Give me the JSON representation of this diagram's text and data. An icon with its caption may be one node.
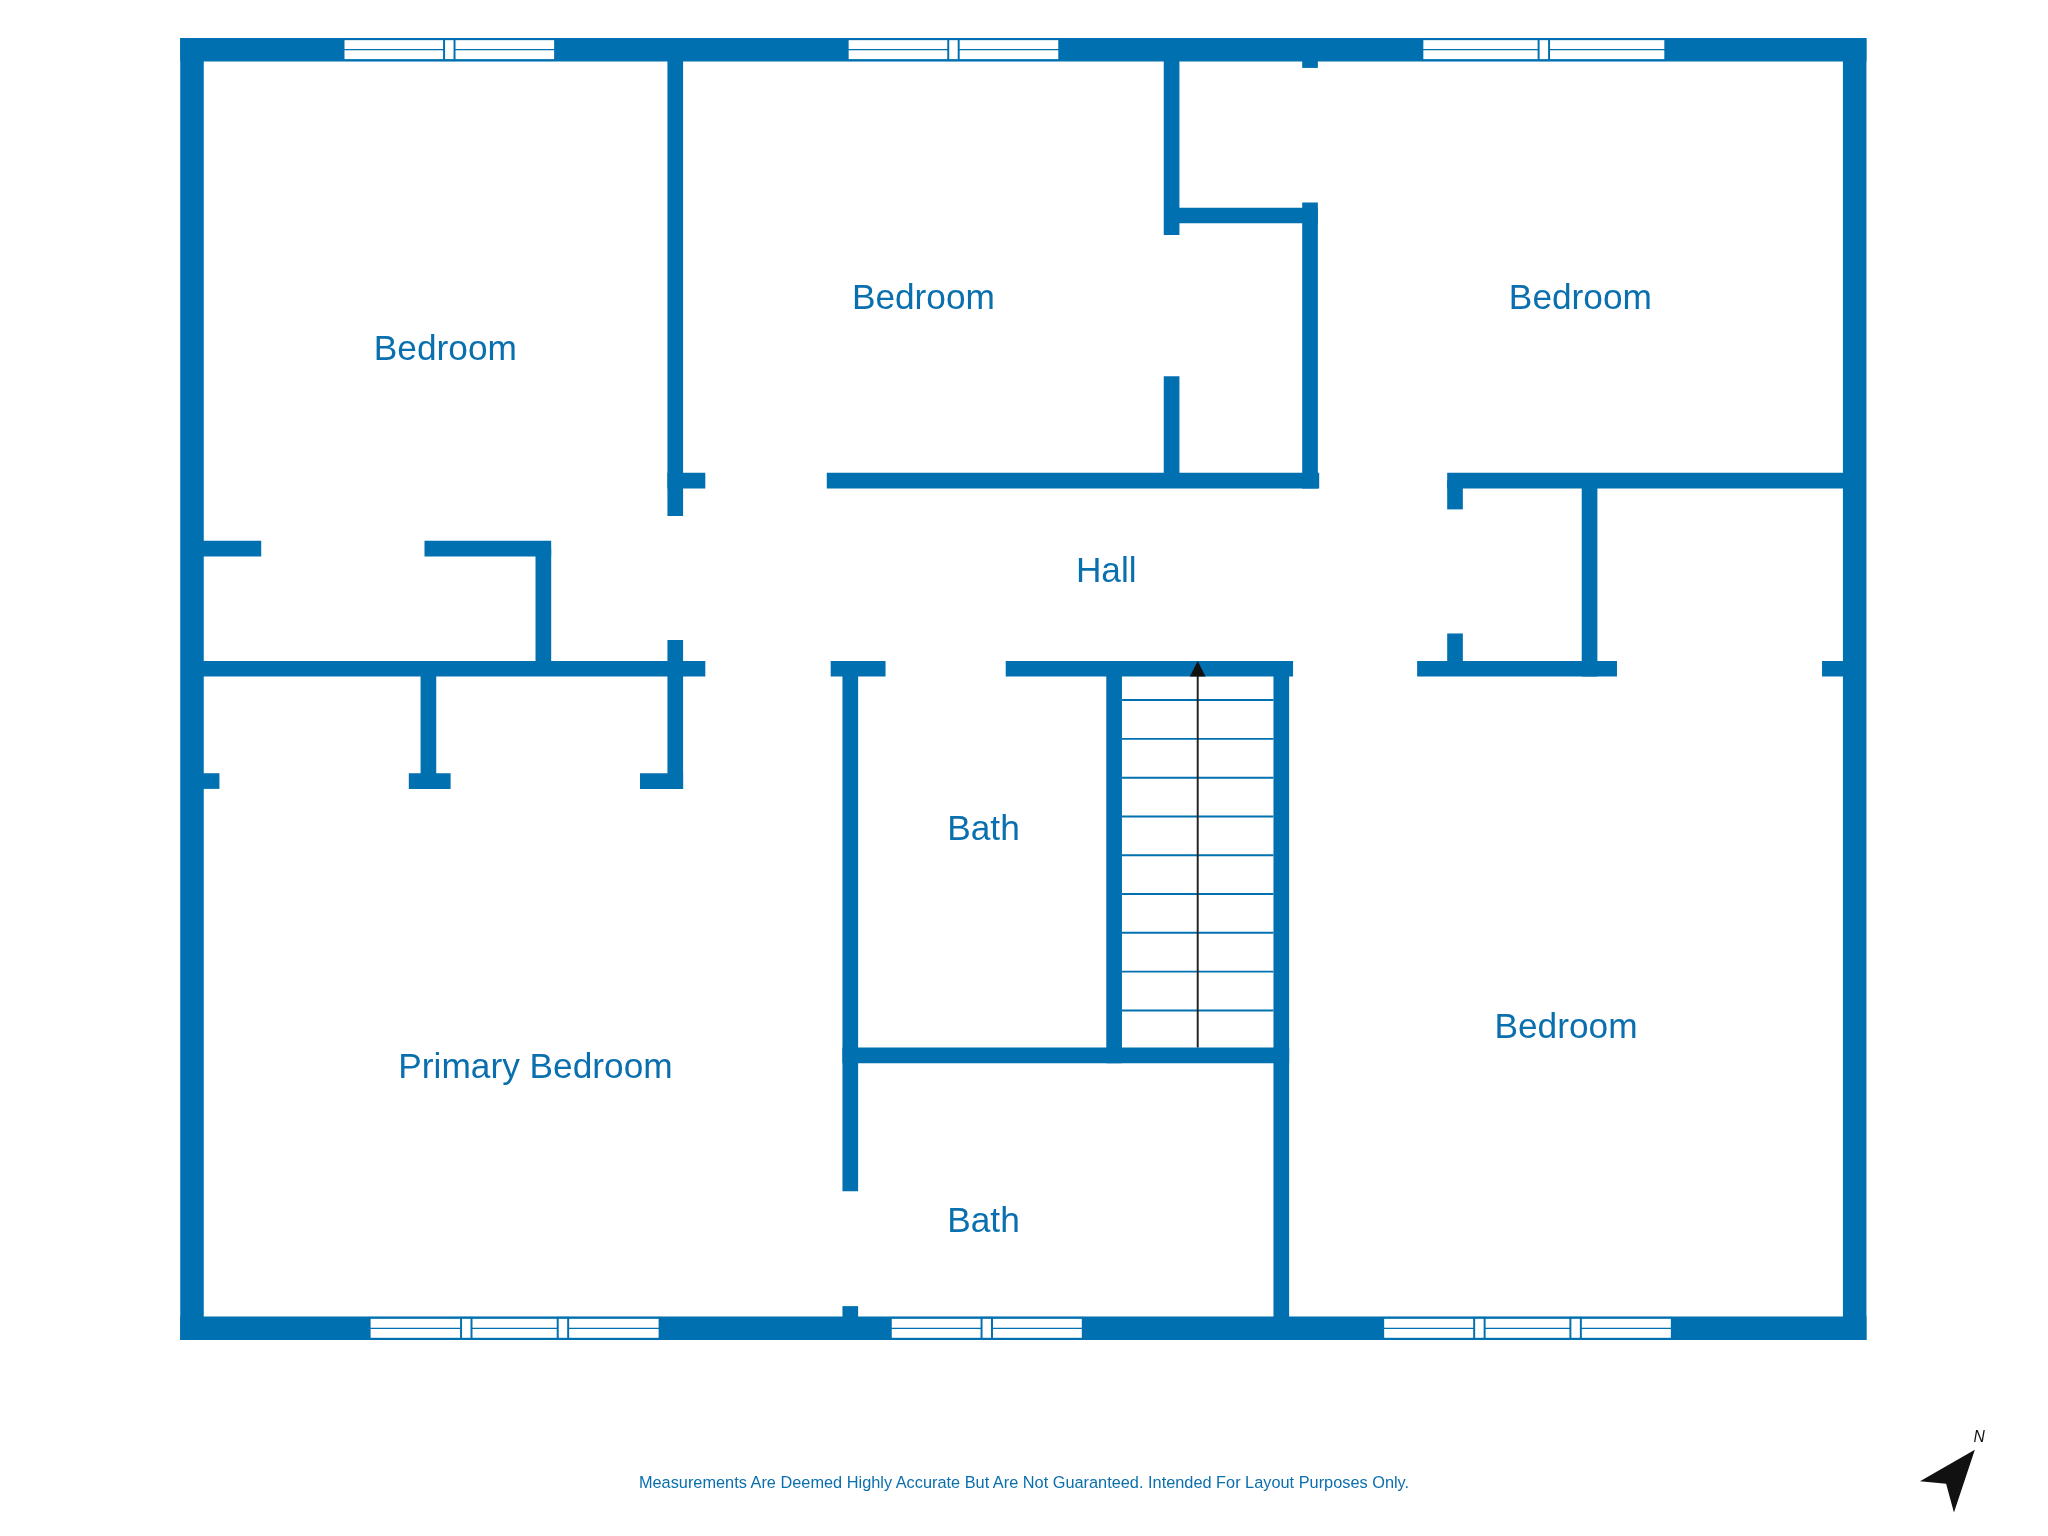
{
  "diagram": {
    "caption": "Measurements Are Deemed Highly Accurate But Are Not Guaranteed. Intended For Layout Purposes Only.",
    "nodes": [
      {
        "text": [
          "Bedroom"
        ]
      },
      {
        "text": [
          "Bedroom"
        ]
      },
      {
        "text": [
          "Bedroom"
        ]
      },
      {
        "text": [
          "Hall"
        ]
      },
      {
        "text": [
          "Bath"
        ]
      },
      {
        "text": [
          "Bedroom"
        ]
      },
      {
        "text": [
          "Primary Bedroom"
        ]
      },
      {
        "text": [
          "Bath"
        ]
      }
    ],
    "edges": [],
    "labels": [
      "N"
    ]
  }
}
